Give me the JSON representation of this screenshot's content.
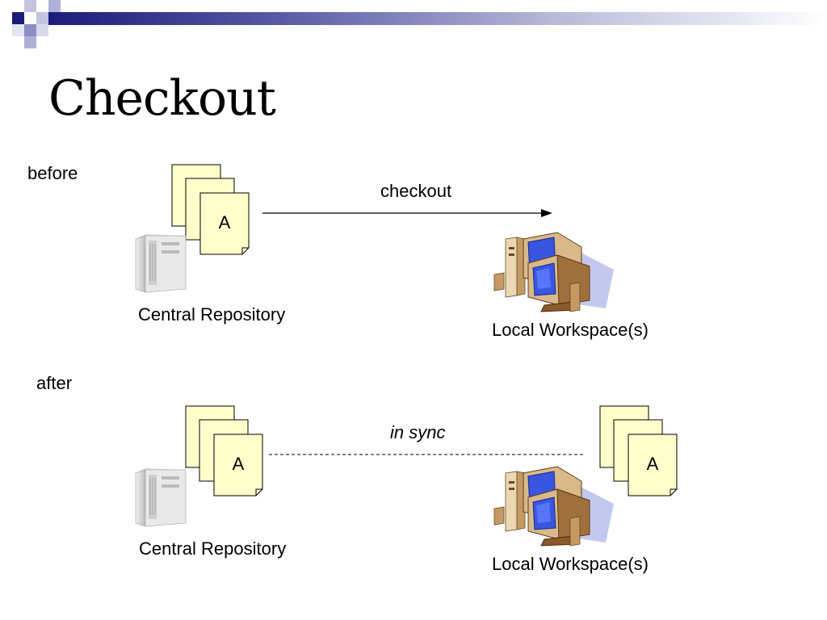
{
  "slide": {
    "title": "Checkout"
  },
  "before": {
    "section_label": "before",
    "arrow_label": "checkout",
    "repository_label": "Central Repository",
    "workspace_label": "Local Workspace(s)",
    "repository_doc_letter": "A"
  },
  "after": {
    "section_label": "after",
    "sync_label": "in sync",
    "repository_label": "Central Repository",
    "workspace_label": "Local Workspace(s)",
    "repository_doc_letter": "A",
    "workspace_doc_letter": "A"
  },
  "colors": {
    "document_fill": "#ffffcc",
    "header_bar": "#1b1b7a",
    "monitor_screen": "#3a55e0",
    "computer_case": "#d9b98a"
  },
  "icons": [
    "server-icon",
    "documents-icon",
    "computer-icon",
    "arrow-icon"
  ]
}
